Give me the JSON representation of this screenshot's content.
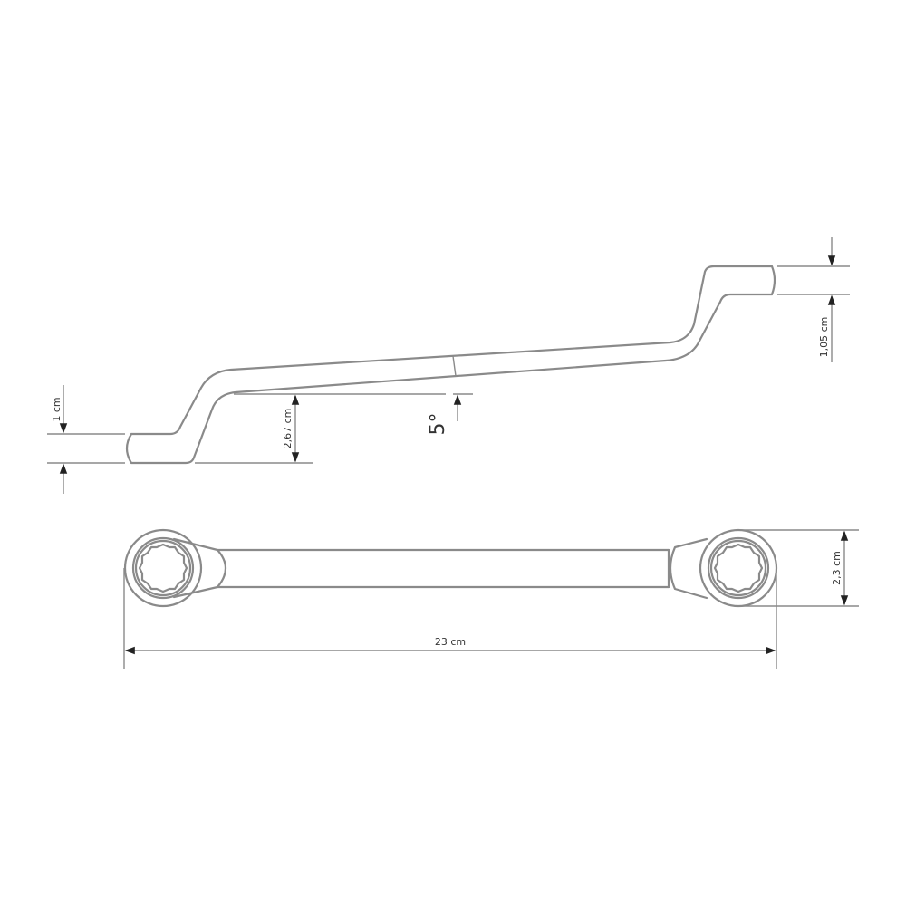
{
  "drawing": {
    "title": "Double ring offset wrench technical drawing",
    "line_color": "#8a8a8a",
    "text_color": "#333333",
    "side_view": {
      "dimensions": {
        "left_head_thickness": "1 cm",
        "offset_height": "2,67 cm",
        "angle": "5°",
        "right_head_thickness": "1,05 cm"
      }
    },
    "top_view": {
      "dimensions": {
        "head_width": "2,3 cm",
        "total_length": "23 cm"
      }
    }
  }
}
